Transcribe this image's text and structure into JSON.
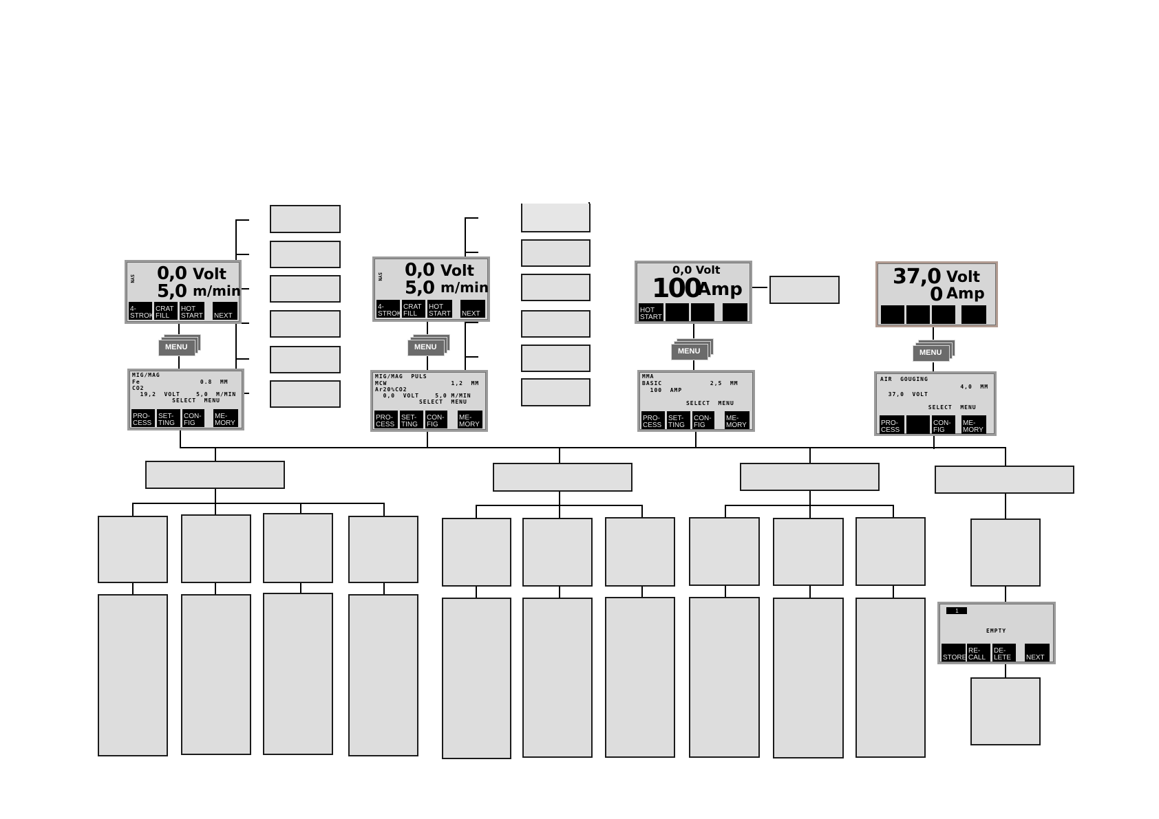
{
  "screens": {
    "mig_top": {
      "line1_value": "0,0",
      "line1_unit": "Volt",
      "line2_value": "5,0",
      "line2_unit": "m/min",
      "side": "SYN",
      "keys": [
        "4-\nSTROK",
        "CRAT\nFILL",
        "HOT\nSTART",
        "NEXT"
      ]
    },
    "puls_top": {
      "line1_value": "0,0",
      "line1_unit": "Volt",
      "line2_value": "5,0",
      "line2_unit": "m/min",
      "side": "SYN",
      "keys": [
        "4-\nSTROK",
        "CRAT\nFILL",
        "HOT\nSTART",
        "NEXT"
      ]
    },
    "mma_top": {
      "line1": "0,0 Volt",
      "big_value": "100",
      "big_unit": "Amp",
      "keys": [
        "HOT\nSTART",
        "",
        "",
        ""
      ]
    },
    "gouge_top": {
      "line1_value": "37,0",
      "line1_unit": "Volt",
      "line2_value": "0",
      "line2_unit": "Amp",
      "keys": [
        "",
        "",
        "",
        ""
      ]
    },
    "mig_menu": {
      "l1": "MIG/MAG",
      "l2": "Fe               0.8  MM",
      "l3": "CO2",
      "l4": "  19,2  VOLT    5,0  M/MIN",
      "l5": "          SELECT  MENU",
      "keys": [
        "PRO-\nCESS",
        "SET-\nTING",
        "CON-\nFIG",
        "ME-\nMORY"
      ]
    },
    "puls_menu": {
      "l1": "MIG/MAG  PULS",
      "l2": "MCW                1,2  MM",
      "l3": "Ar20%CO2",
      "l4": "  0,0  VOLT    5,0 M/MIN",
      "l5": "           SELECT  MENU",
      "keys": [
        "PRO-\nCESS",
        "SET-\nTING",
        "CON-\nFIG",
        "ME-\nMORY"
      ]
    },
    "mma_menu": {
      "l1": "MMA",
      "l2": "BASIC            2,5  MM",
      "l3": "  100  AMP",
      "l5": "           SELECT  MENU",
      "keys": [
        "PRO-\nCESS",
        "SET-\nTING",
        "CON-\nFIG",
        "ME-\nMORY"
      ]
    },
    "gouge_menu": {
      "l1": "AIR  GOUGING",
      "l2": "                    4,0  MM",
      "l3": "  37,0  VOLT",
      "l5": "            SELECT  MENU",
      "keys": [
        "PRO-\nCESS",
        "",
        "CON-\nFIG",
        "ME-\nMORY"
      ]
    },
    "memory": {
      "slot": "1",
      "status": "EMPTY",
      "keys": [
        "STORE",
        "RE-\nCALL",
        "DE-\nLETE",
        "NEXT"
      ]
    }
  },
  "menu_button_label": "MENU",
  "colors": {
    "lcd_bg": "#d6d6d6",
    "box_bg": "#e0e0e0",
    "softkey_bg": "#000000"
  },
  "icons": [
    "menu-stack-icon"
  ]
}
